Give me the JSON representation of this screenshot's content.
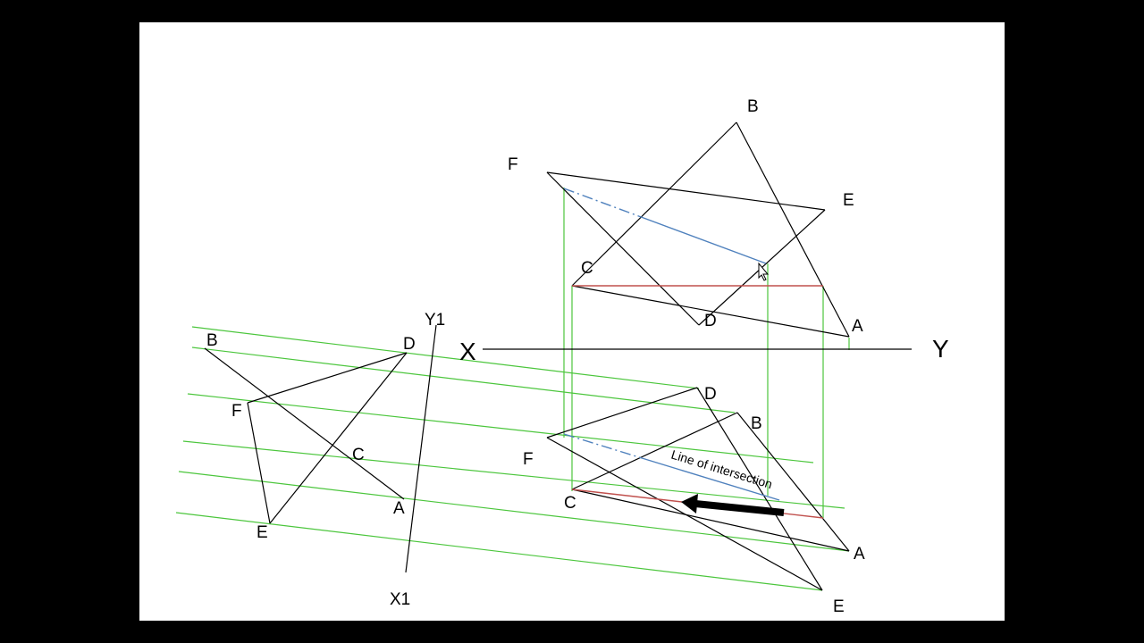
{
  "colors": {
    "background": "#000000",
    "slide": "#ffffff",
    "outline": "#000000",
    "projector": "#4cc63d",
    "intersection_red": "#c0504d",
    "intersection_blue": "#4f81bd"
  },
  "axes": {
    "xy": {
      "x_label": "X",
      "y_label": "Y"
    },
    "aux": {
      "x1_label": "X1",
      "y1_label": "Y1"
    }
  },
  "front_view": {
    "labels": {
      "b": "B",
      "f": "F",
      "e": "E",
      "c": "C",
      "d": "D",
      "a": "A"
    }
  },
  "top_view": {
    "labels": {
      "d": "D",
      "b": "B",
      "f": "F",
      "c": "C",
      "a": "A",
      "e": "E"
    },
    "annotation": "Line of intersection"
  },
  "aux_view": {
    "labels": {
      "b": "B",
      "d": "D",
      "f": "F",
      "c": "C",
      "a": "A",
      "e": "E"
    }
  },
  "icons": [
    "mouse-cursor-icon",
    "arrow-icon"
  ]
}
